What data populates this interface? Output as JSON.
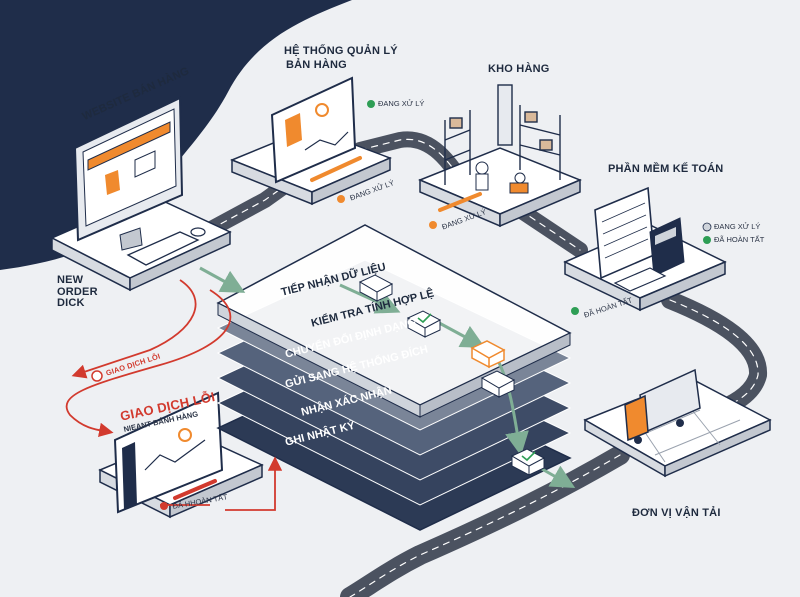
{
  "nodes": {
    "website": {
      "title": "Website Bán Hàng",
      "caption": "New Order Dick"
    },
    "sales_system": {
      "title_line1": "Hệ Thống Quản Lý",
      "title_line2": "Bản Hàng",
      "status_top": "Đang Xử Lý",
      "status_bottom": "Đang Xử Lý"
    },
    "warehouse": {
      "title": "Kho Hàng",
      "status": "Đang Xử Lý"
    },
    "accounting": {
      "title": "Phần Mềm Kế Toán",
      "status_processing": "Đang Xử Lý",
      "status_done": "Đã Hoàn Tất",
      "status_bottom": "Đã Hoàn Tất"
    },
    "shipping": {
      "title": "Đơn Vị Vận Tải"
    },
    "error_node": {
      "title": "Giao Dịch Lỗi",
      "subtitle": "Nieant Bánh Hàng",
      "status": "Đã Hhoàn Tất"
    }
  },
  "error_flow": {
    "label": "Giao Dịch Lỗi"
  },
  "layers": [
    {
      "label": "Tiếp Nhận Dữ Liệu"
    },
    {
      "label": "Kiểm Tra Tính Hợp Lệ"
    },
    {
      "label": "Chuyển Đổi Định Dạng"
    },
    {
      "label": "Gửi Sang Hệ Thống Đích"
    },
    {
      "label": "Nhận Xác Nhận"
    },
    {
      "label": "Ghi Nhật Ký"
    }
  ],
  "colors": {
    "navy": "#1f2d4a",
    "accent_orange": "#f08a2e",
    "error_red": "#d23a2e",
    "ok_green": "#2e9e55",
    "flow_green": "#8fb9a3",
    "platform": "#ffffff",
    "road": "#4b5260"
  },
  "icons": [
    "monitor-icon",
    "shop-awning-icon",
    "dashboard-icon",
    "warehouse-shelf-icon",
    "robot-icon",
    "calculator-icon",
    "spreadsheet-icon",
    "truck-icon",
    "map-icon",
    "check-icon",
    "warning-icon"
  ]
}
